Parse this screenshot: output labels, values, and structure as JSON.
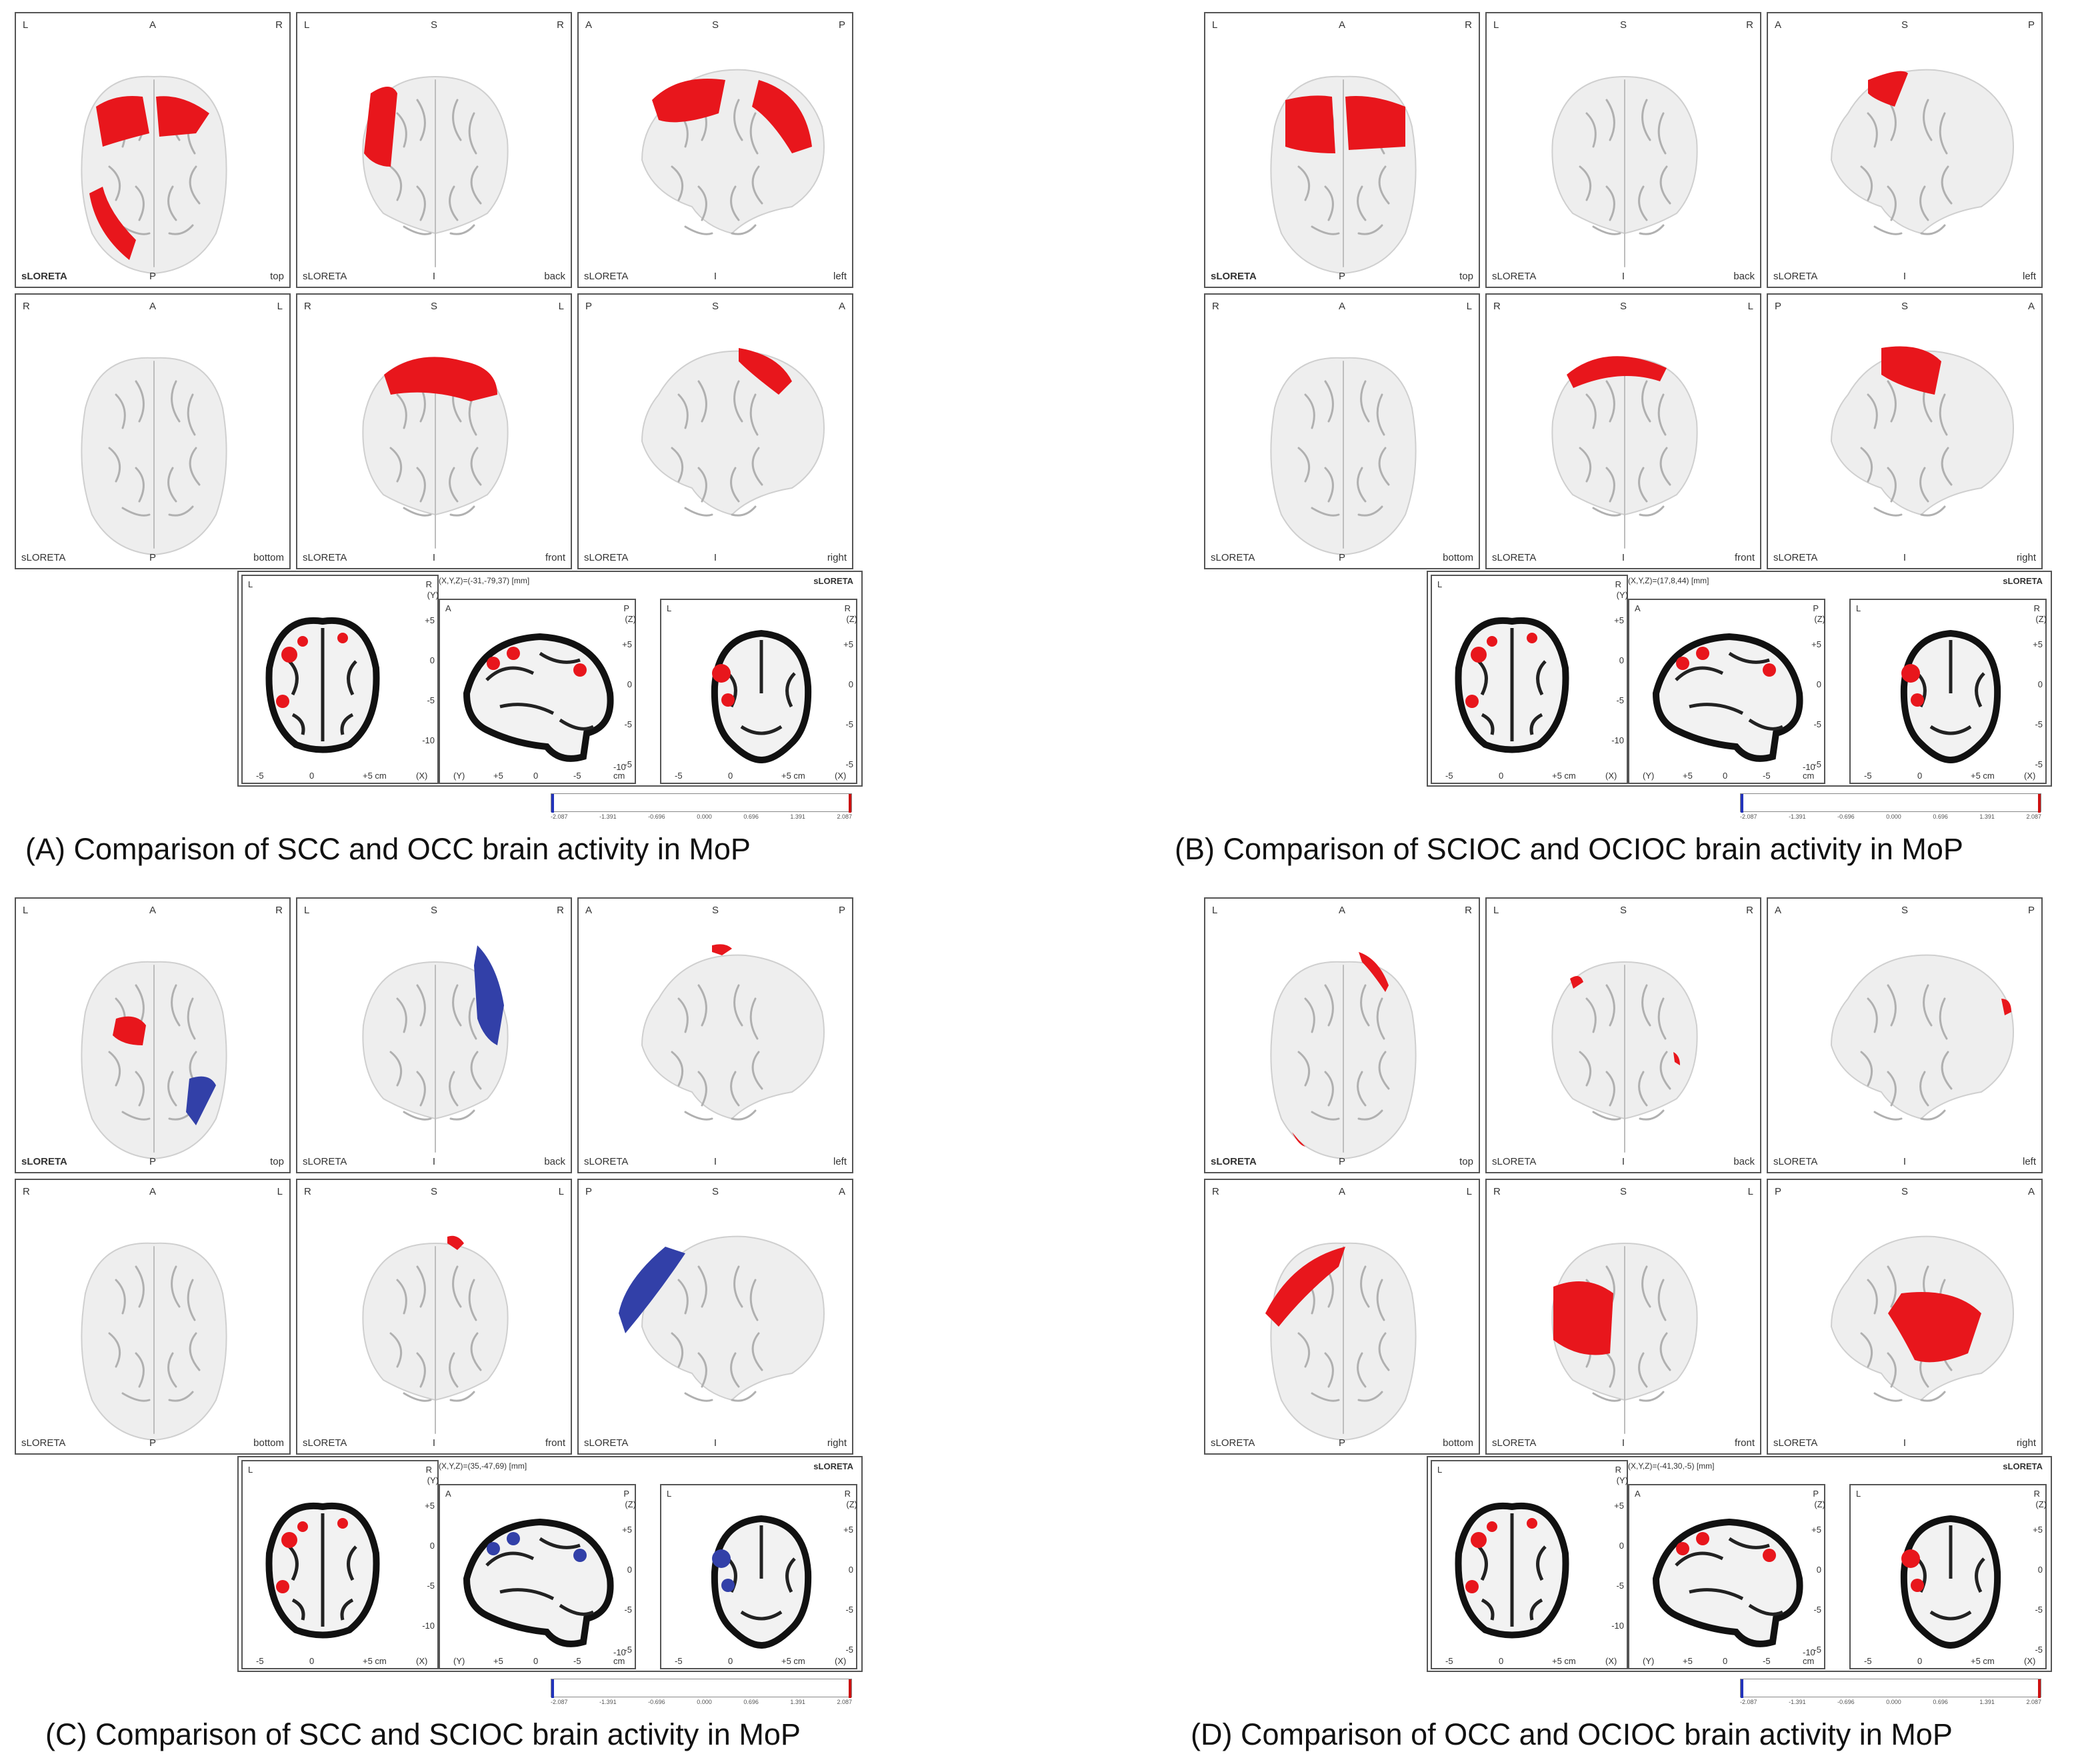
{
  "colors": {
    "activation_positive": "#e8161c",
    "activation_negative": "#3240a8",
    "frame": "#555555",
    "brain_fill": "#eeeeee",
    "brain_sulci": "#b0b0b0"
  },
  "software": "sLORETA",
  "view_labels": {
    "top": {
      "tl": "L",
      "tc": "A",
      "tr": "R",
      "bc": "P",
      "br": "top"
    },
    "back": {
      "tl": "L",
      "tc": "S",
      "tr": "R",
      "bc": "I",
      "br": "back"
    },
    "left": {
      "tl": "A",
      "tc": "S",
      "tr": "P",
      "bc": "I",
      "br": "left"
    },
    "bottom": {
      "tl": "R",
      "tc": "A",
      "tr": "L",
      "bc": "P",
      "br": "bottom"
    },
    "front": {
      "tl": "R",
      "tc": "S",
      "tr": "L",
      "bc": "I",
      "br": "front"
    },
    "right": {
      "tl": "P",
      "tc": "S",
      "tr": "A",
      "bc": "I",
      "br": "right"
    }
  },
  "slice_labels": {
    "axial": {
      "tl": "L",
      "tr": "R",
      "y_unit": "(Y)",
      "x_ticks": [
        "-5",
        "0",
        "+5 cm",
        "(X)"
      ]
    },
    "sagittal": {
      "tl": "A",
      "tr": "P",
      "y_unit": "(Z)",
      "x_ticks": [
        "(Y)",
        "+5",
        "0",
        "-5",
        "-10 cm"
      ]
    },
    "coronal": {
      "tl": "L",
      "tr": "R",
      "y_unit": "(Z)",
      "x_ticks": [
        "-5",
        "0",
        "+5 cm",
        "(X)"
      ]
    },
    "y_ticks_axial": [
      "+5",
      "0",
      "-5",
      "-10"
    ],
    "y_ticks_other": [
      "+5",
      "0",
      "-5",
      "-5"
    ]
  },
  "colorbar_ticks": [
    "-2.087",
    "-1.391",
    "-0.696",
    "0.000",
    "0.696",
    "1.391",
    "2.087"
  ],
  "panels": [
    {
      "id": "A",
      "caption": "(A) Comparison of SCC and OCC brain activity in MoP",
      "coords": "(X,Y,Z)=(-31,-79,37) [mm]",
      "neg": false
    },
    {
      "id": "B",
      "caption": "(B) Comparison of SCIOC and OCIOC brain activity in MoP",
      "coords": "(X,Y,Z)=(17,8,44) [mm]",
      "neg": false
    },
    {
      "id": "C",
      "caption": "(C) Comparison of SCC and SCIOC brain activity in MoP",
      "coords": "(X,Y,Z)=(35,-47,69) [mm]",
      "neg": true
    },
    {
      "id": "D",
      "caption": "(D) Comparison of OCC and OCIOC brain activity in MoP",
      "coords": "(X,Y,Z)=(-41,30,-5) [mm]",
      "neg": false
    }
  ]
}
